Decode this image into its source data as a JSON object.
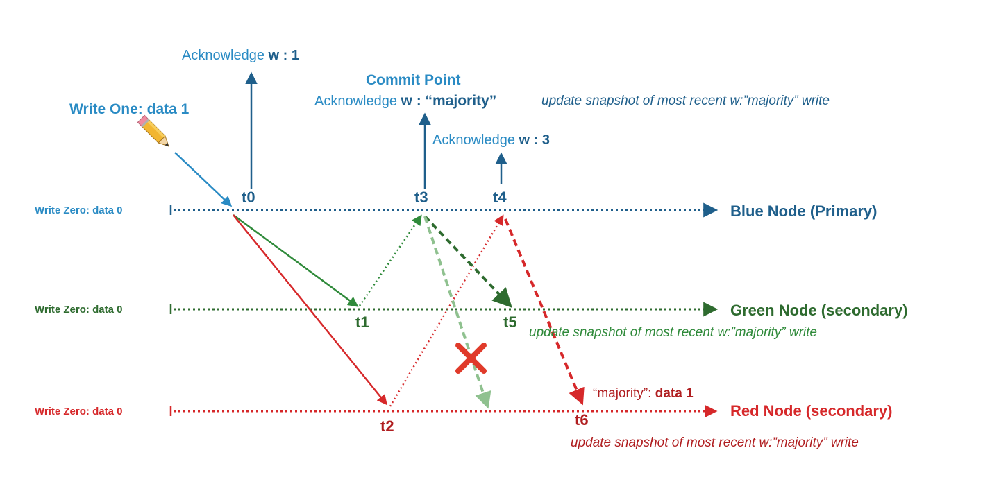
{
  "colors": {
    "blue": "#1f5f8b",
    "light_blue": "#2a8bc4",
    "green": "#2e6b2f",
    "green_arrow": "#2f8a3a",
    "light_green": "#8fc18f",
    "red": "#d6282a",
    "dark_red": "#b01e20",
    "pencil_icon": "pencil-icon",
    "x_mark": "x-mark-icon"
  },
  "top": {
    "ack_w1_prefix": "Acknowledge ",
    "ack_w1_value": "w : 1",
    "commit_point": "Commit Point",
    "ack_majority_prefix": "Acknowledge ",
    "ack_majority_value": "w : “majority”",
    "ack_majority_note": "update snapshot of most recent w:”majority” write",
    "ack_w3_prefix": "Acknowledge ",
    "ack_w3_value": "w : 3",
    "write_one": "Write One: data 1"
  },
  "times": {
    "t0": "t0",
    "t1": "t1",
    "t2": "t2",
    "t3": "t3",
    "t4": "t4",
    "t5": "t5",
    "t6": "t6"
  },
  "nodes": {
    "blue": {
      "start_label": "Write Zero: data 0",
      "name": "Blue Node (Primary)"
    },
    "green": {
      "start_label": "Write Zero: data 0",
      "name": "Green Node (secondary)",
      "note": "update snapshot of most recent w:”majority” write"
    },
    "red": {
      "start_label": "Write Zero: data 0",
      "name": "Red Node (secondary)",
      "majority_prefix": "“majority”: ",
      "majority_value": "data 1",
      "note": "update snapshot of most recent w:”majority” write"
    }
  }
}
